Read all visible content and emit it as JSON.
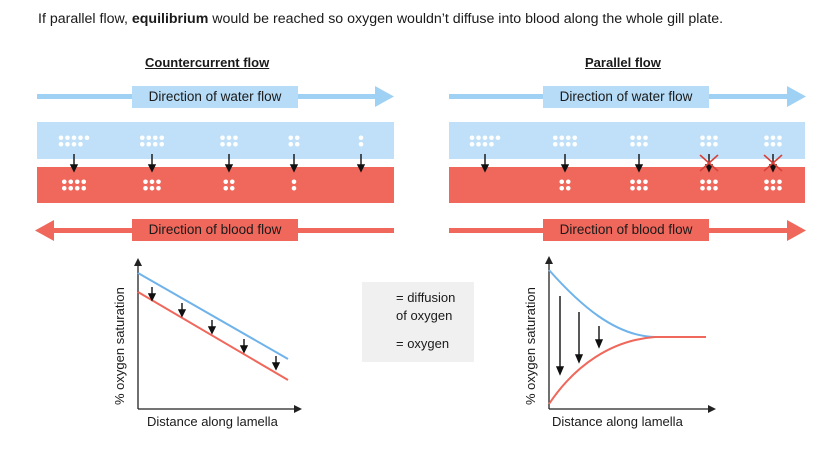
{
  "intro": {
    "before": "If parallel flow, ",
    "bold": "equilibrium",
    "after": " would be reached so oxygen wouldn’t diffuse into blood along the whole gill plate."
  },
  "countercurrent": {
    "title": "Countercurrent flow",
    "water_label": "Direction of water flow",
    "blood_label": "Direction of blood flow",
    "water_dots": [
      9,
      8,
      6,
      4,
      2
    ],
    "blood_dots": [
      8,
      6,
      4,
      2,
      0
    ],
    "diffusion": [
      true,
      true,
      true,
      true,
      true
    ]
  },
  "parallel": {
    "title": "Parallel flow",
    "water_label": "Direction of water flow",
    "blood_label": "Direction of blood flow",
    "water_dots": [
      9,
      8,
      6,
      6,
      6
    ],
    "blood_dots": [
      0,
      4,
      6,
      6,
      6
    ],
    "diffusion": [
      true,
      true,
      true,
      false,
      false
    ]
  },
  "graphs": {
    "y_label": "% oxygen saturation",
    "x_label": "Distance along lamella"
  },
  "legend": {
    "diffusion_text_1": "= diffusion",
    "diffusion_text_2": "of oxygen",
    "oxygen_text": "= oxygen"
  },
  "colors": {
    "water": "#bfe0f8",
    "water_arrow": "#9fd1f5",
    "blood": "#f0675b",
    "blocked": "#d9423a"
  }
}
